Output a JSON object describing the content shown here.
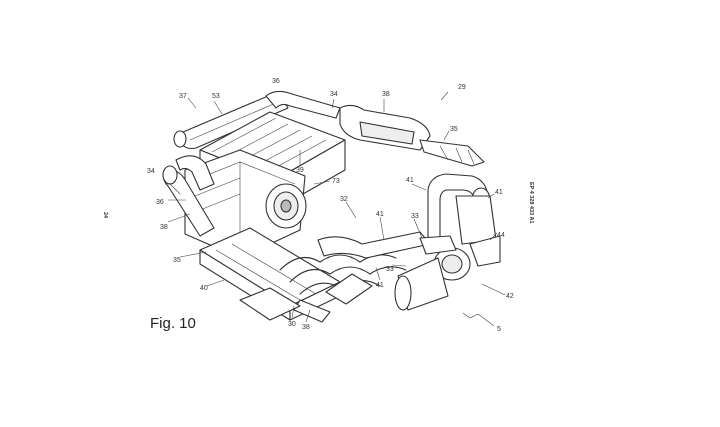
{
  "figure_caption": "Fig. 10",
  "side_text_left": "24",
  "side_text_right": "EP 4 328 433 A1",
  "labels": {
    "l29": "29",
    "l5": "5",
    "l36a": "36",
    "l37": "37",
    "l53": "53",
    "l34a": "34",
    "l38a": "38",
    "l35a": "35",
    "l39": "39",
    "l73": "73",
    "l34b": "34",
    "l36b": "36",
    "l38b": "38",
    "l32": "32",
    "l35b": "35",
    "l40": "40",
    "l30": "30",
    "l38c": "38",
    "l41a": "41",
    "l41b": "41",
    "l41c": "41",
    "l41d": "41",
    "l33a": "33",
    "l33b": "33",
    "l44": "44",
    "l42": "42"
  }
}
